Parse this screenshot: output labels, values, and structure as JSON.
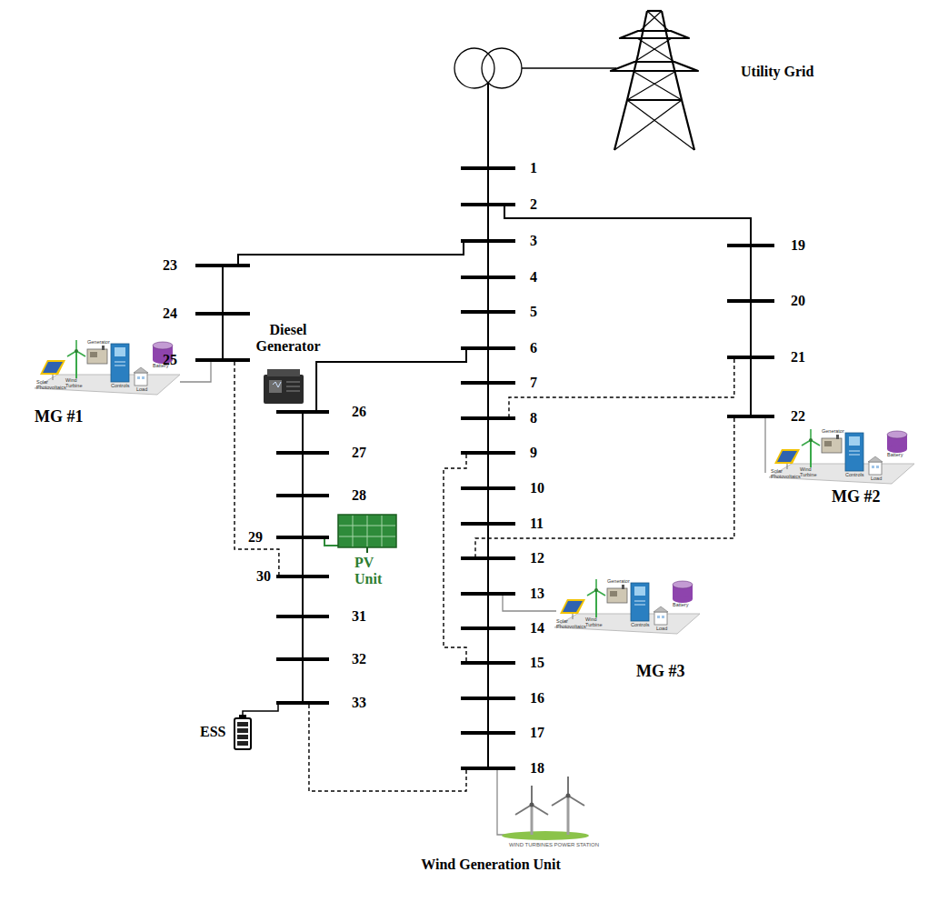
{
  "diagram": {
    "nodes": [
      {
        "text": [
          "1"
        ]
      },
      {
        "text": [
          "2"
        ]
      },
      {
        "text": [
          "3"
        ]
      },
      {
        "text": [
          "4"
        ]
      },
      {
        "text": [
          "5"
        ]
      },
      {
        "text": [
          "6"
        ]
      },
      {
        "text": [
          "7"
        ]
      },
      {
        "text": [
          "8"
        ]
      },
      {
        "text": [
          "9"
        ]
      },
      {
        "text": [
          "10"
        ]
      },
      {
        "text": [
          "11"
        ]
      },
      {
        "text": [
          "12"
        ]
      },
      {
        "text": [
          "13"
        ]
      },
      {
        "text": [
          "14"
        ]
      },
      {
        "text": [
          "15"
        ]
      },
      {
        "text": [
          "16"
        ]
      },
      {
        "text": [
          "17"
        ]
      },
      {
        "text": [
          "18"
        ]
      },
      {
        "text": [
          "19"
        ]
      },
      {
        "text": [
          "20"
        ]
      },
      {
        "text": [
          "21"
        ]
      },
      {
        "text": [
          "22"
        ]
      },
      {
        "text": [
          "23"
        ]
      },
      {
        "text": [
          "24"
        ]
      },
      {
        "text": [
          "25"
        ]
      },
      {
        "text": [
          "26"
        ]
      },
      {
        "text": [
          "27"
        ]
      },
      {
        "text": [
          "28"
        ]
      },
      {
        "text": [
          "29"
        ]
      },
      {
        "text": [
          "30"
        ]
      },
      {
        "text": [
          "31"
        ]
      },
      {
        "text": [
          "32"
        ]
      },
      {
        "text": [
          "33"
        ]
      }
    ],
    "edges": [
      {
        "from": 0,
        "to": 1,
        "arrow": "none"
      },
      {
        "from": 1,
        "to": 2,
        "arrow": "none"
      },
      {
        "from": 2,
        "to": 3,
        "arrow": "none"
      },
      {
        "from": 3,
        "to": 4,
        "arrow": "none"
      },
      {
        "from": 4,
        "to": 5,
        "arrow": "none"
      },
      {
        "from": 5,
        "to": 6,
        "arrow": "none"
      },
      {
        "from": 6,
        "to": 7,
        "arrow": "none"
      },
      {
        "from": 7,
        "to": 8,
        "arrow": "none"
      },
      {
        "from": 8,
        "to": 9,
        "arrow": "none"
      },
      {
        "from": 9,
        "to": 10,
        "arrow": "none"
      },
      {
        "from": 10,
        "to": 11,
        "arrow": "none"
      },
      {
        "from": 11,
        "to": 12,
        "arrow": "none"
      },
      {
        "from": 12,
        "to": 13,
        "arrow": "none"
      },
      {
        "from": 13,
        "to": 14,
        "arrow": "none"
      },
      {
        "from": 14,
        "to": 15,
        "arrow": "none"
      },
      {
        "from": 15,
        "to": 16,
        "arrow": "none"
      },
      {
        "from": 16,
        "to": 17,
        "arrow": "none"
      },
      {
        "from": 1,
        "to": 18,
        "arrow": "none"
      },
      {
        "from": 18,
        "to": 19,
        "arrow": "none"
      },
      {
        "from": 19,
        "to": 20,
        "arrow": "none"
      },
      {
        "from": 20,
        "to": 21,
        "arrow": "none"
      },
      {
        "from": 2,
        "to": 22,
        "arrow": "none"
      },
      {
        "from": 22,
        "to": 23,
        "arrow": "none"
      },
      {
        "from": 23,
        "to": 24,
        "arrow": "none"
      },
      {
        "from": 5,
        "to": 25,
        "arrow": "none"
      },
      {
        "from": 25,
        "to": 26,
        "arrow": "none"
      },
      {
        "from": 26,
        "to": 27,
        "arrow": "none"
      },
      {
        "from": 27,
        "to": 28,
        "arrow": "none"
      },
      {
        "from": 28,
        "to": 29,
        "arrow": "none"
      },
      {
        "from": 29,
        "to": 30,
        "arrow": "none"
      },
      {
        "from": 30,
        "to": 31,
        "arrow": "none"
      },
      {
        "from": 31,
        "to": 32,
        "arrow": "none"
      },
      {
        "from": 20,
        "to": 7,
        "arrow": "none"
      },
      {
        "from": 8,
        "to": 14,
        "arrow": "none"
      },
      {
        "from": 21,
        "to": 11,
        "arrow": "none"
      },
      {
        "from": 24,
        "to": 29,
        "arrow": "none"
      },
      {
        "from": 32,
        "to": 17,
        "arrow": "none"
      }
    ],
    "labels": [
      "Utility Grid",
      "Diesel Generator",
      "PV Unit",
      "MG #1",
      "MG #2",
      "MG #3",
      "ESS",
      "Wind Generation Unit",
      "WIND TURBINES POWER STATION",
      "Solar Photovoltaics",
      "Wind Turbine",
      "Generator",
      "Controls",
      "Battery",
      "Load",
      "Solar Photovoltaics",
      "Wind Turbine",
      "Generator",
      "Controls",
      "Battery",
      "Load",
      "Solar Photovoltaics",
      "Wind Turbine",
      "Generator",
      "Controls",
      "Battery",
      "Load"
    ]
  }
}
